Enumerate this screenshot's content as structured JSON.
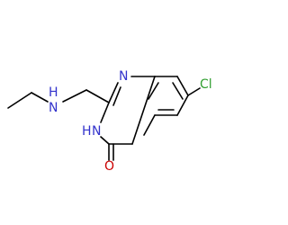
{
  "atoms": {
    "n1": "N",
    "n3": "N",
    "h3": "H",
    "nh_n": "N",
    "nh_h": "H",
    "o": "O",
    "cl": "Cl"
  },
  "colors": {
    "nitrogen": "#3333cc",
    "oxygen": "#cc0000",
    "chlorine": "#33a033",
    "bond": "#000000"
  }
}
